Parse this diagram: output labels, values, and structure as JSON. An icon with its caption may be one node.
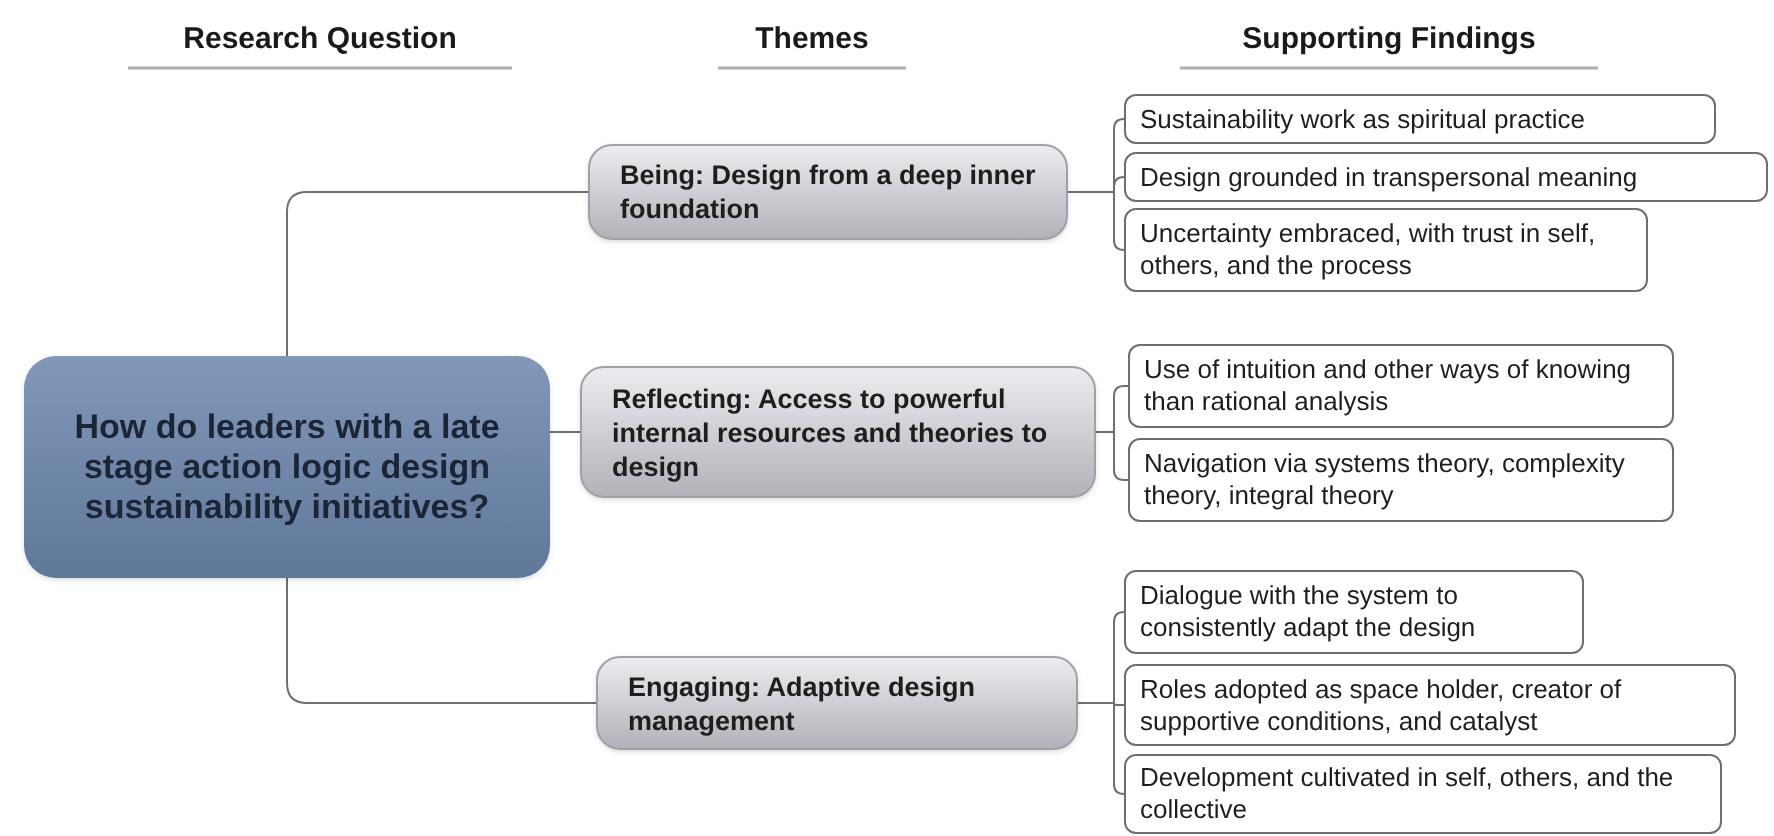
{
  "diagram": {
    "nodes": [
      {
        "text": [
          "How do leaders with a late stage action logic design sustainability initiatives?"
        ]
      },
      {
        "text": [
          "Being: Design from a deep inner foundation"
        ]
      },
      {
        "text": [
          "Reflecting: Access to powerful internal resources and theories to design"
        ]
      },
      {
        "text": [
          "Engaging: Adaptive design management"
        ]
      },
      {
        "text": [
          "Sustainability work as spiritual practice"
        ]
      },
      {
        "text": [
          "Design grounded in transpersonal meaning"
        ]
      },
      {
        "text": [
          "Uncertainty embraced, with trust in self, others, and the process"
        ]
      },
      {
        "text": [
          "Use of intuition and other ways of knowing than rational analysis"
        ]
      },
      {
        "text": [
          "Navigation via systems theory, complexity theory, integral theory"
        ]
      },
      {
        "text": [
          "Dialogue with the system to consistently adapt the design"
        ]
      },
      {
        "text": [
          "Roles adopted as space holder, creator of supportive conditions, and catalyst"
        ]
      },
      {
        "text": [
          "Development cultivated in self, others, and the collective"
        ]
      }
    ],
    "edges": [
      {
        "from": 0,
        "to": 1,
        "arrow": "none"
      },
      {
        "from": 0,
        "to": 2,
        "arrow": "none"
      },
      {
        "from": 0,
        "to": 3,
        "arrow": "none"
      },
      {
        "from": 1,
        "to": 4,
        "arrow": "none"
      },
      {
        "from": 1,
        "to": 5,
        "arrow": "none"
      },
      {
        "from": 1,
        "to": 6,
        "arrow": "none"
      },
      {
        "from": 2,
        "to": 7,
        "arrow": "none"
      },
      {
        "from": 2,
        "to": 8,
        "arrow": "none"
      },
      {
        "from": 3,
        "to": 9,
        "arrow": "none"
      },
      {
        "from": 3,
        "to": 10,
        "arrow": "none"
      },
      {
        "from": 3,
        "to": 11,
        "arrow": "none"
      }
    ],
    "labels": [
      "Research Question",
      "Themes",
      "Supporting Findings"
    ]
  }
}
